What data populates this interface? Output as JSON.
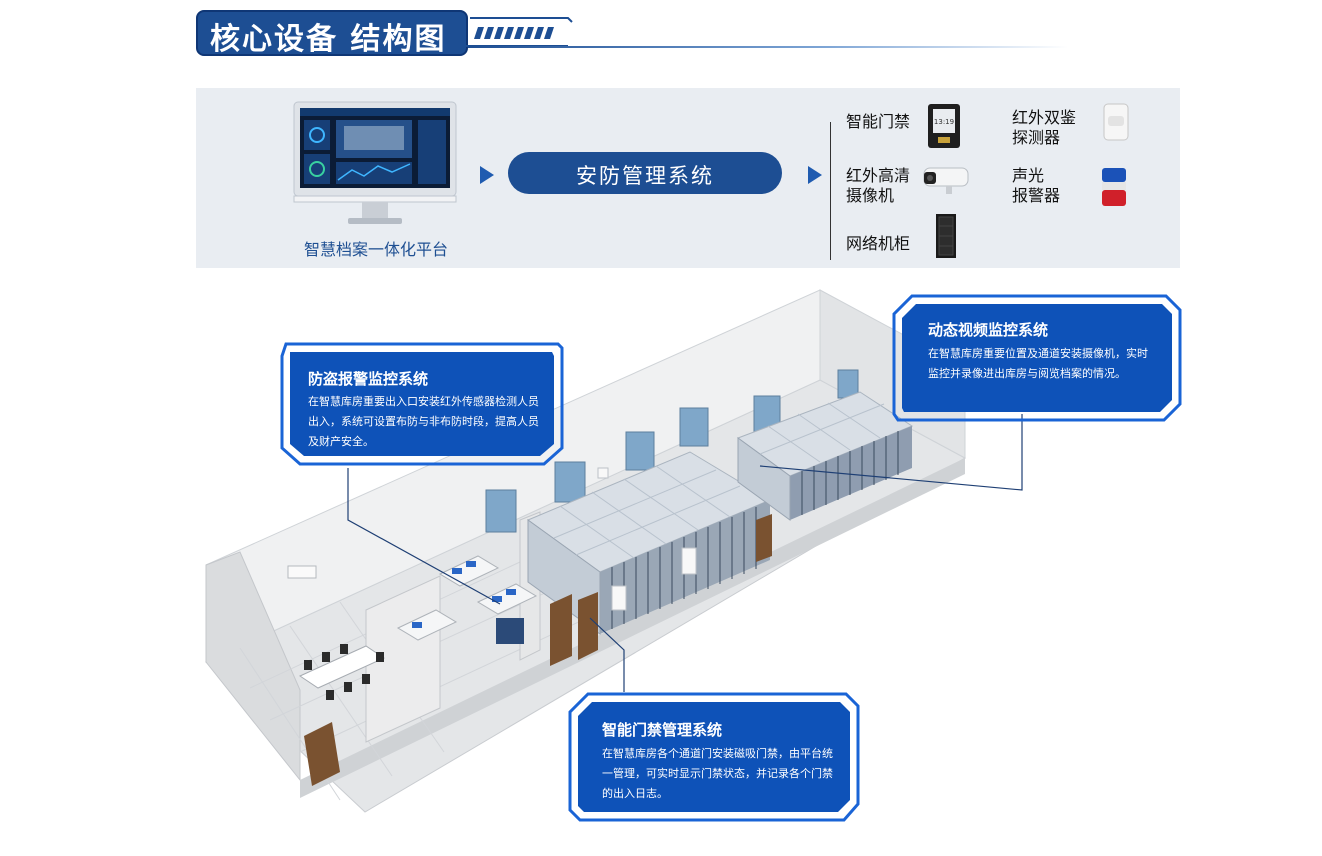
{
  "header": {
    "title": "核心设备 结构图"
  },
  "platform": {
    "label": "智慧档案一体化平台"
  },
  "system": {
    "label": "安防管理系统"
  },
  "devices": [
    {
      "label": "智能门禁",
      "icon": "access-control-terminal-icon"
    },
    {
      "label": "红外高清\n摄像机",
      "icon": "bullet-camera-icon"
    },
    {
      "label": "网络机柜",
      "icon": "network-cabinet-icon"
    },
    {
      "label": "红外双鉴\n探测器",
      "icon": "pir-detector-icon"
    },
    {
      "label": "声光\n报警器",
      "icon": "strobe-siren-icon"
    }
  ],
  "callouts": {
    "antitheft": {
      "title": "防盗报警监控系统",
      "body": "在智慧库房重要出入口安装红外传感器检测人员出入，系统可设置布防与非布防时段，提高人员及财产安全。"
    },
    "video": {
      "title": "动态视频监控系统",
      "body": "在智慧库房重要位置及通道安装摄像机，实时监控并录像进出库房与阅览档案的情况。"
    },
    "access": {
      "title": "智能门禁管理系统",
      "body": "在智慧库房各个通道门安装磁吸门禁，由平台统一管理，可实时显示门禁状态，并记录各个门禁的出入日志。"
    }
  },
  "colors": {
    "primary": "#1d4e93",
    "callout": "#0e52b8",
    "callout_frame": "#1a64d6",
    "panel": "#e9edf2"
  }
}
